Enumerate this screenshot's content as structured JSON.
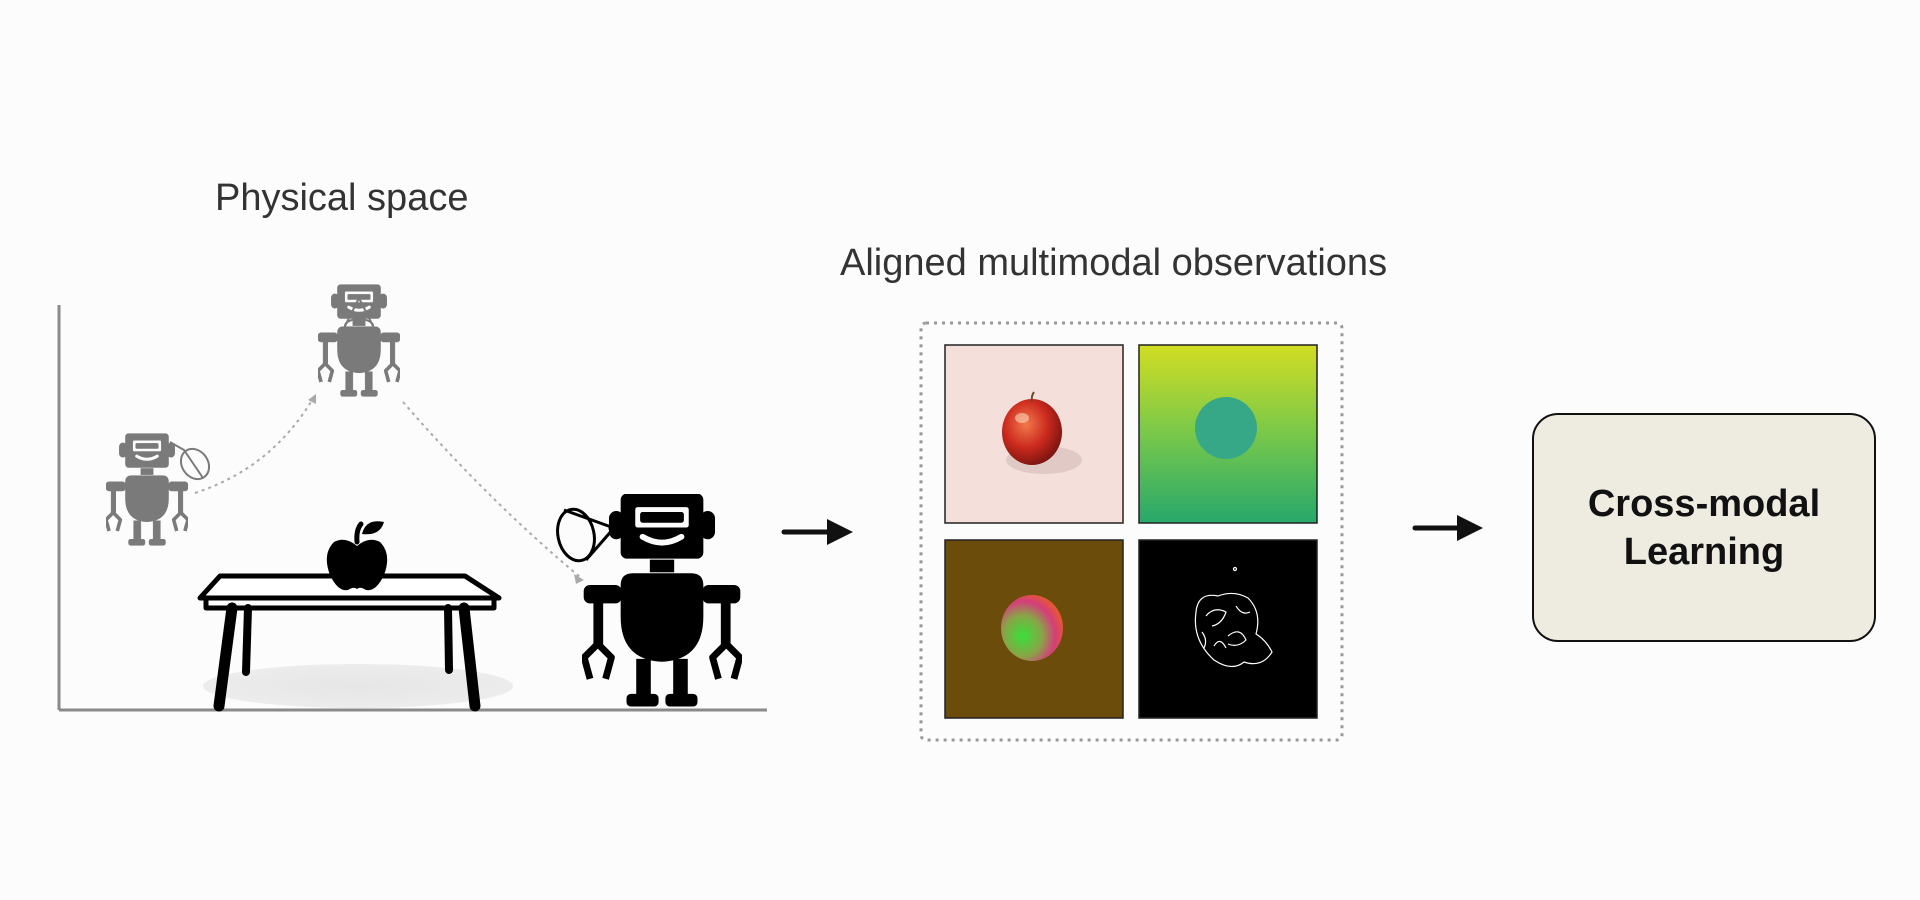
{
  "labels": {
    "physical_space": "Physical space",
    "aligned_observations": "Aligned multimodal observations",
    "cross_modal_learning": "Cross-modal\nLearning"
  },
  "panels": [
    {
      "name": "rgb-image",
      "modality": "rgb"
    },
    {
      "name": "depth-map",
      "modality": "depth"
    },
    {
      "name": "normal-map",
      "modality": "normals"
    },
    {
      "name": "edge-map",
      "modality": "edges"
    }
  ],
  "icons": [
    "robot-icon",
    "camera-frustum-icon",
    "apple-icon",
    "table-icon",
    "arrow-right-icon"
  ],
  "colors": {
    "background": "#fcfcfc",
    "robot_active": "#000000",
    "robot_past": "#7a7a7a",
    "learning_box_fill": "#eeebe1",
    "rgb_background": "#f4dfdb",
    "depth_top": "#d2dd22",
    "depth_bottom": "#27a86c",
    "normal_background": "#6b4c0a",
    "edge_background": "#000000"
  }
}
